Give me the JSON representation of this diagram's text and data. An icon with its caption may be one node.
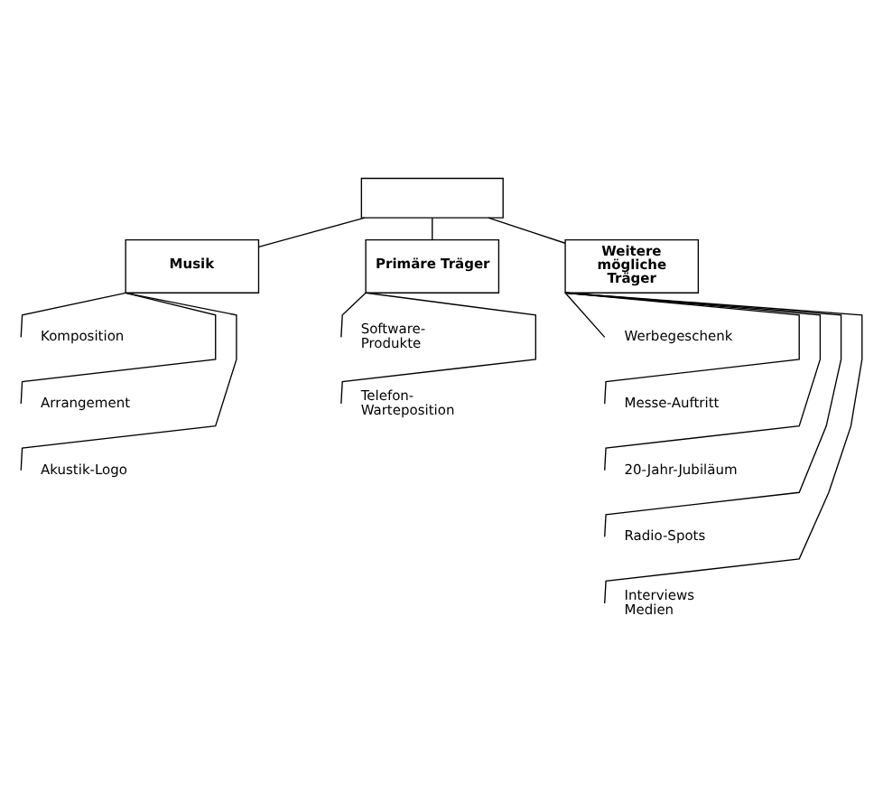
{
  "diagram": {
    "nodes": [
      {
        "text": [],
        "shape": "box"
      },
      {
        "text": [
          "Musik"
        ]
      },
      {
        "text": [
          "Primäre Träger"
        ]
      },
      {
        "text": [
          "Weitere mögliche Träger"
        ]
      },
      {
        "text": [
          "Komposition"
        ]
      },
      {
        "text": [
          "Arrangement"
        ]
      },
      {
        "text": [
          "Akustik-Logo"
        ]
      },
      {
        "text": [
          "Software- Produkte"
        ]
      },
      {
        "text": [
          "Telefon- Warteposition"
        ]
      },
      {
        "text": [
          "Werbegeschenk"
        ]
      },
      {
        "text": [
          "Messe-Auftritt"
        ]
      },
      {
        "text": [
          "20-Jahr-Jubiläum"
        ]
      },
      {
        "text": [
          "Radio-Spots"
        ]
      },
      {
        "text": [
          "Interviews Medien"
        ]
      }
    ],
    "edges": [
      {
        "from": 0,
        "to": 1,
        "arrow": "none"
      },
      {
        "from": 0,
        "to": 2,
        "arrow": "none"
      },
      {
        "from": 0,
        "to": 3,
        "arrow": "none"
      },
      {
        "from": 1,
        "to": 4,
        "arrow": "none"
      },
      {
        "from": 1,
        "to": 5,
        "arrow": "none"
      },
      {
        "from": 1,
        "to": 6,
        "arrow": "none"
      },
      {
        "from": 2,
        "to": 7,
        "arrow": "none"
      },
      {
        "from": 2,
        "to": 8,
        "arrow": "none"
      },
      {
        "from": 3,
        "to": 9,
        "arrow": "none"
      },
      {
        "from": 3,
        "to": 10,
        "arrow": "none"
      },
      {
        "from": 3,
        "to": 11,
        "arrow": "none"
      },
      {
        "from": 3,
        "to": 12,
        "arrow": "none"
      },
      {
        "from": 3,
        "to": 13,
        "arrow": "none"
      }
    ]
  }
}
